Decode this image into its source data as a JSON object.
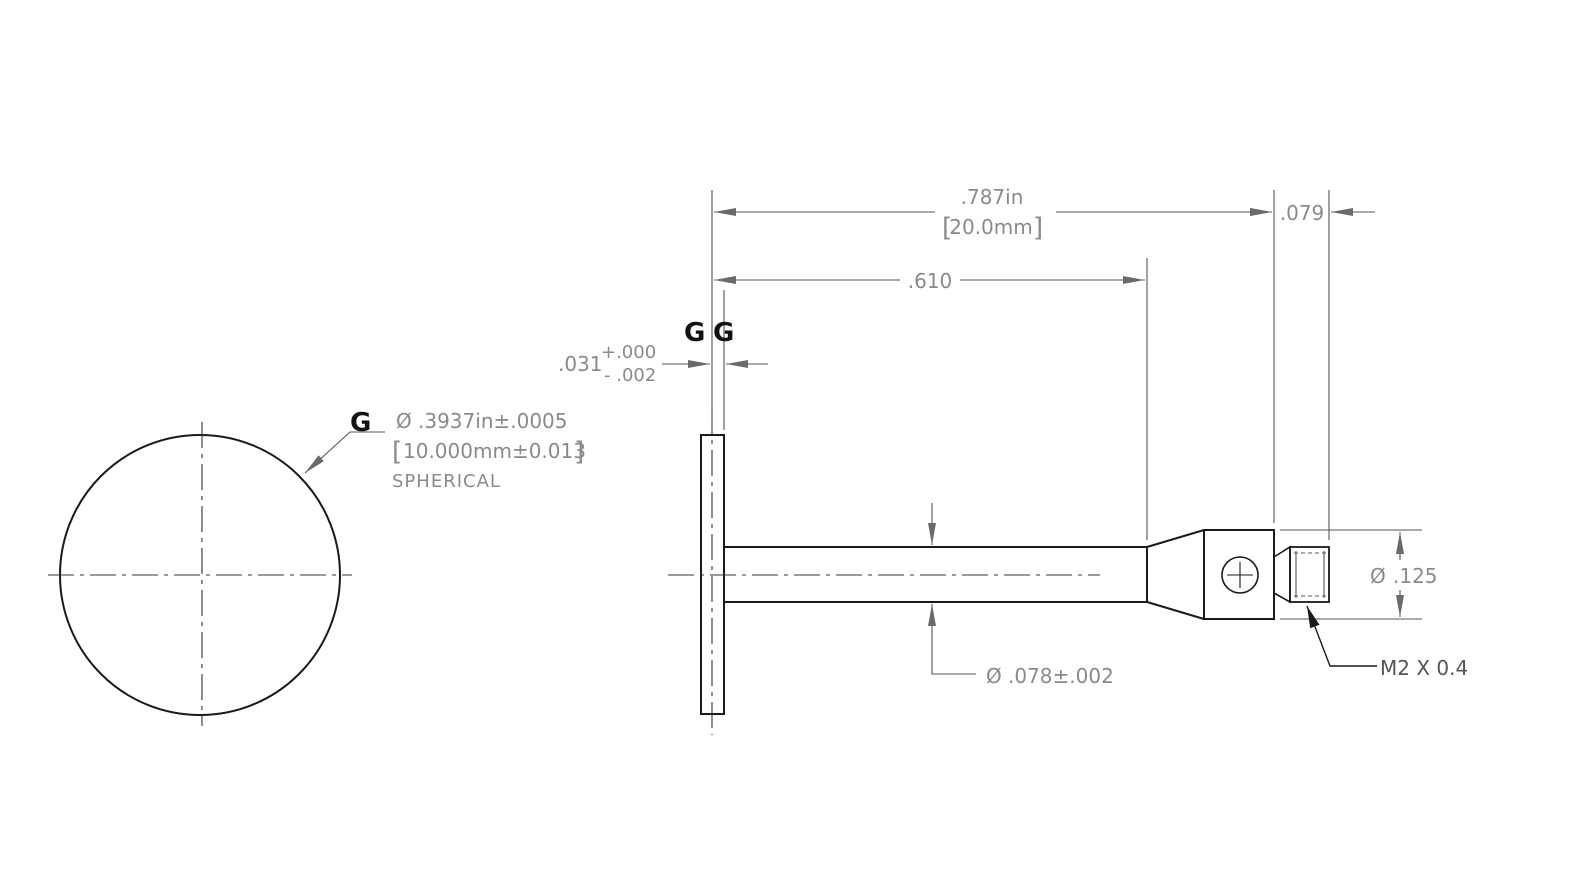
{
  "ball_view": {
    "datum": "G",
    "diameter_symbol": "Ø",
    "diameter_in": ".3937in±.0005",
    "diameter_mm": "10.000mm±0.013",
    "note": "SPHERICAL"
  },
  "side_view": {
    "datums": [
      "G",
      "G"
    ],
    "overall_length_in": ".787in",
    "overall_length_mm": "20.0mm",
    "thread_length": ".079",
    "stem_length": ".610",
    "flange_thickness": ".031",
    "flange_tol_upper": "+.000",
    "flange_tol_lower": "- .002",
    "stem_diameter_symbol": "Ø",
    "stem_diameter": ".078±.002",
    "body_diameter_symbol": "Ø",
    "body_diameter": ".125",
    "thread_callout": "M2 X 0.4"
  }
}
